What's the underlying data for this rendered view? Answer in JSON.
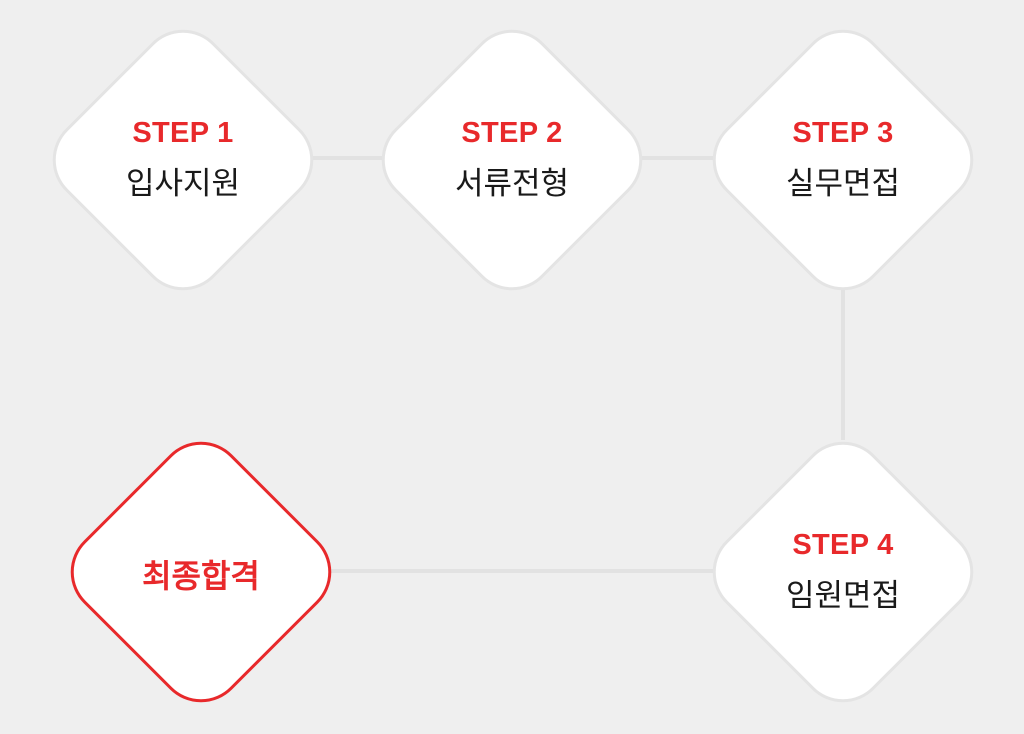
{
  "steps": [
    {
      "label": "STEP 1",
      "title": "입사지원"
    },
    {
      "label": "STEP 2",
      "title": "서류전형"
    },
    {
      "label": "STEP 3",
      "title": "실무면접"
    },
    {
      "label": "STEP 4",
      "title": "임원면접"
    }
  ],
  "final": {
    "title": "최종합격"
  },
  "colors": {
    "accent": "#e8292b",
    "background": "#efefef",
    "node_fill": "#ffffff",
    "node_border": "#e4e4e4",
    "connector": "#e2e2e2"
  }
}
